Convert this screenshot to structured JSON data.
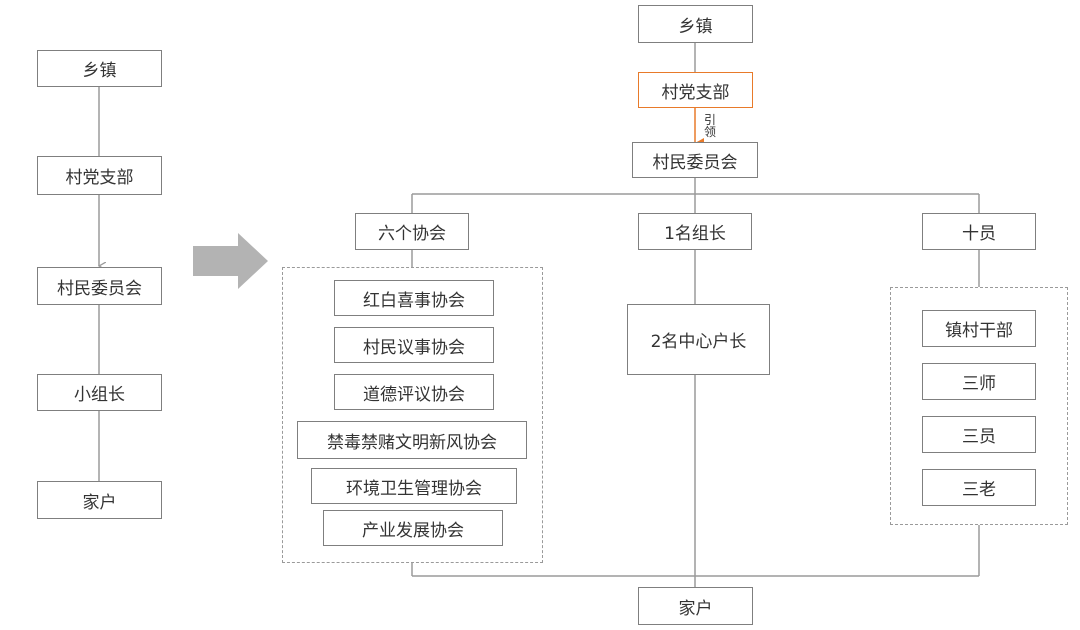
{
  "left_chain": {
    "township": "乡镇",
    "party_branch": "村党支部",
    "village_committee": "村民委员会",
    "group_leader": "小组长",
    "household": "家户"
  },
  "right_tree": {
    "township": "乡镇",
    "party_branch": "村党支部",
    "guide_label_1": "引",
    "guide_label_2": "领",
    "village_committee": "村民委员会",
    "branches": {
      "associations": "六个协会",
      "group_leader": "1名组长",
      "ten_members": "十员"
    },
    "association_items": [
      "红白喜事协会",
      "村民议事协会",
      "道德评议协会",
      "禁毒禁赌文明新风协会",
      "环境卫生管理协会",
      "产业发展协会"
    ],
    "center_household_heads": "2名中心户长",
    "ten_member_items": [
      "镇村干部",
      "三师",
      "三员",
      "三老"
    ],
    "household": "家户"
  },
  "colors": {
    "box_border": "#7f7f7f",
    "highlight_border": "#e87a2a",
    "arrow_fill": "#b3b3b3",
    "connector": "#9a9a9a"
  }
}
